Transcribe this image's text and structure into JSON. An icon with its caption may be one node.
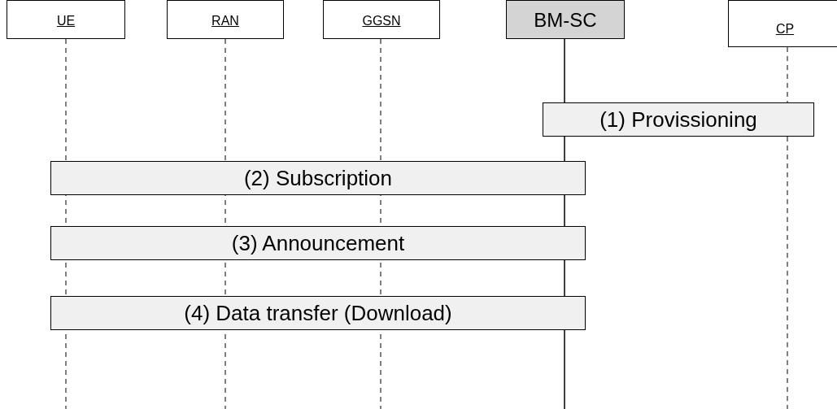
{
  "diagram": {
    "nodes": [
      {
        "text": [
          "UE"
        ]
      },
      {
        "text": [
          "RAN"
        ]
      },
      {
        "text": [
          "GGSN"
        ]
      },
      {
        "text": [
          "BM-SC"
        ]
      },
      {
        "text": [
          "CP"
        ]
      },
      {
        "text": [
          "(1) Provissioning"
        ]
      },
      {
        "text": [
          "(2) Subscription"
        ]
      },
      {
        "text": [
          "(3) Announcement"
        ]
      },
      {
        "text": [
          "(4) Data transfer (Download)"
        ]
      }
    ],
    "edges": []
  }
}
